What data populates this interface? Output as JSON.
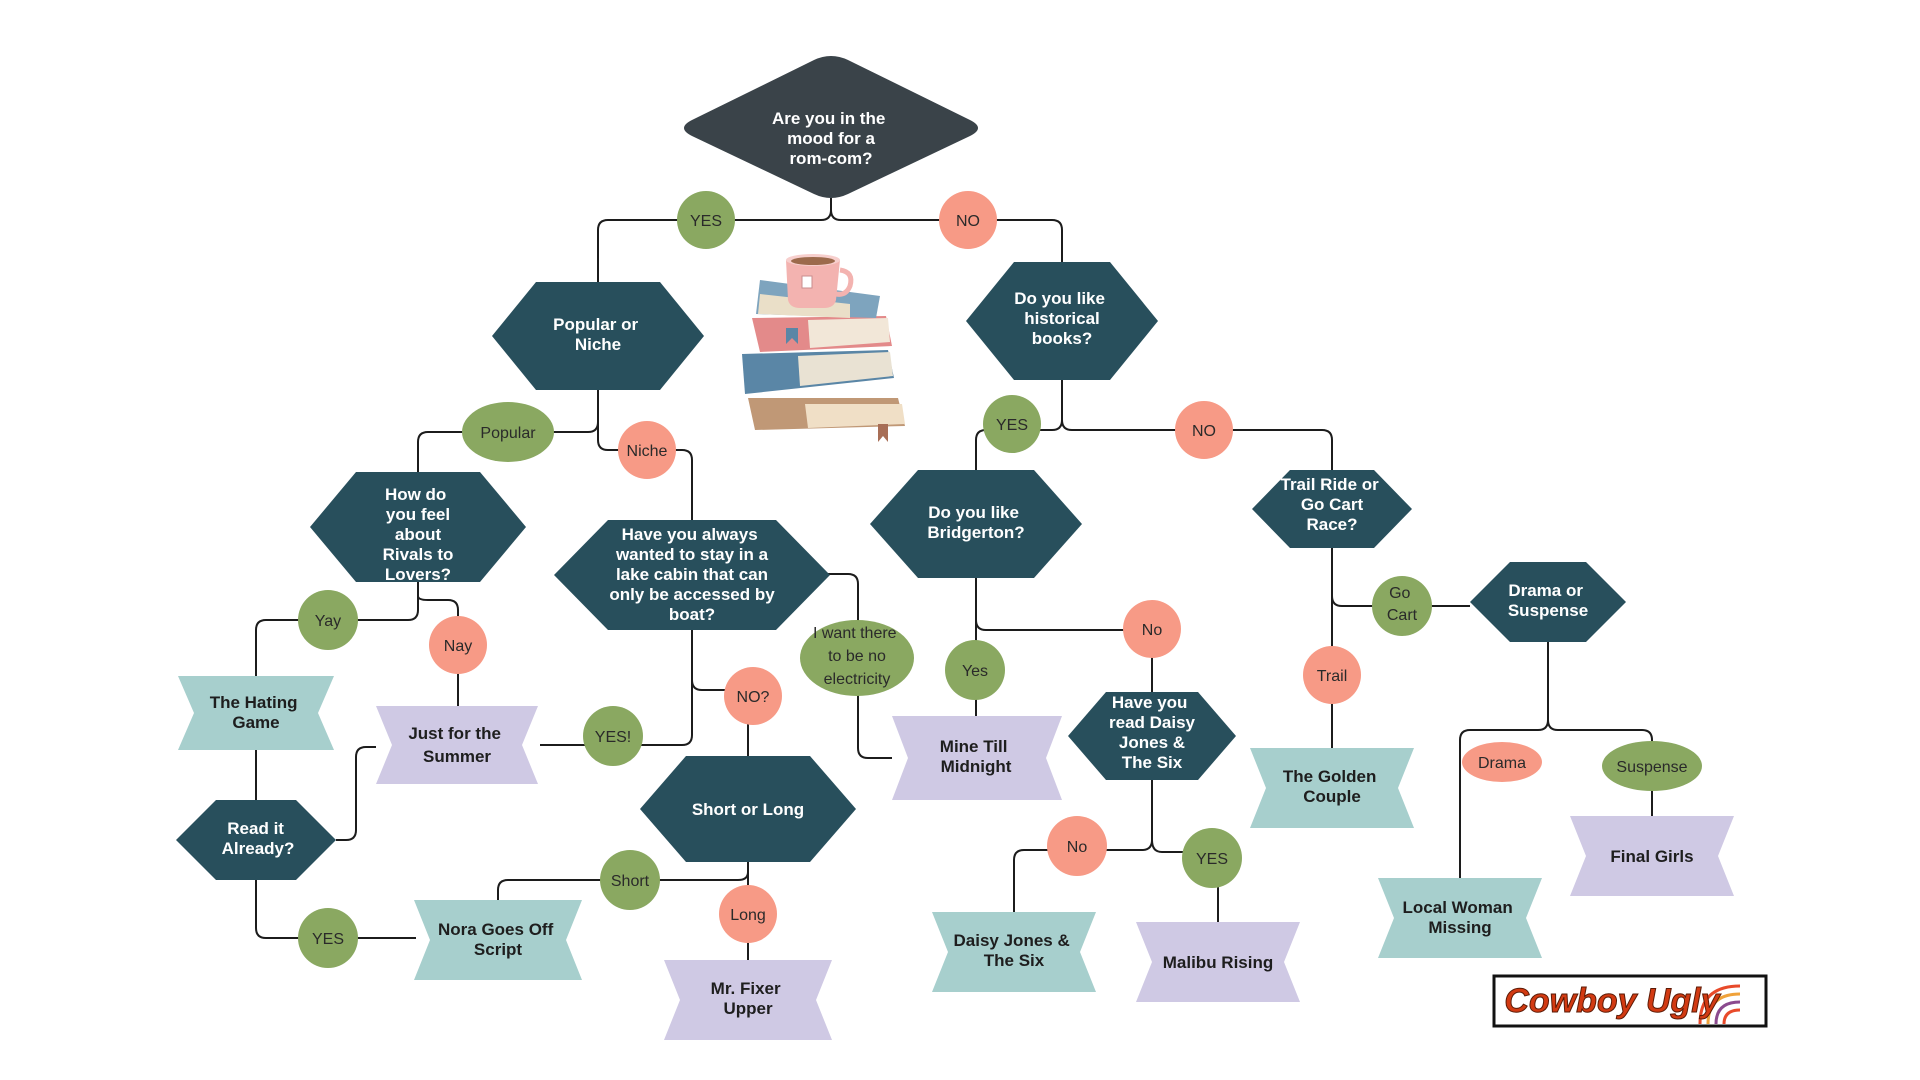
{
  "colors": {
    "root": "#3a4349",
    "question": "#284f5c",
    "yes_bubble": "#8aa861",
    "no_bubble": "#f79a86",
    "result_teal": "#a7cfcd",
    "result_lavender": "#cfc9e4",
    "line": "#1c1c1c"
  },
  "questions": {
    "root": "Are you in the mood for a rom-com?",
    "popular_niche": "Popular or Niche",
    "historical": "Do you like historical books?",
    "rivals": "How do you feel about Rivals to Lovers?",
    "lake_cabin": "Have you always wanted to stay in a lake cabin that can only be accessed by boat?",
    "bridgerton": "Do you like Bridgerton?",
    "trail_gocart": "Trail Ride or Go Cart Race?",
    "drama_suspense": "Drama or Suspense",
    "read_it": "Read it Already?",
    "short_long": "Short or Long",
    "daisy_jones": "Have you read Daisy Jones & The Six"
  },
  "answers": {
    "yes_root": "YES",
    "no_root": "NO",
    "popular": "Popular",
    "niche": "Niche",
    "yes_hist": "YES",
    "no_hist": "NO",
    "yay": "Yay",
    "nay": "Nay",
    "no_electricity": "I want there to be no electricity",
    "no_q": "NO?",
    "yes_excl": "YES!",
    "yes_bridg": "Yes",
    "no_bridg": "No",
    "go_cart": "Go Cart",
    "trail": "Trail",
    "drama": "Drama",
    "suspense": "Suspense",
    "yes_read": "YES",
    "short": "Short",
    "long": "Long",
    "no_daisy": "No",
    "yes_daisy": "YES"
  },
  "results": {
    "hating_game": "The Hating Game",
    "just_summer": "Just for the Summer",
    "nora": "Nora Goes Off Script",
    "mr_fixer": "Mr. Fixer Upper",
    "mine_till": "Mine Till Midnight",
    "daisy_six": "Daisy Jones & The Six",
    "malibu": "Malibu Rising",
    "golden_couple": "The Golden Couple",
    "local_woman": "Local Woman Missing",
    "final_girls": "Final Girls"
  },
  "illustration": {
    "name": "book-stack-with-mug"
  },
  "logo": {
    "text": "Cowboy Ugly"
  }
}
